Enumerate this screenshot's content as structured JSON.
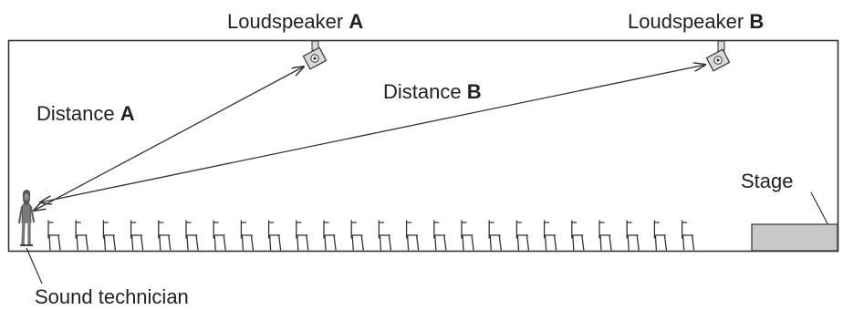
{
  "labels": {
    "speaker_a_prefix": "Loudspeaker ",
    "speaker_a_letter": "A",
    "speaker_b_prefix": "Loudspeaker ",
    "speaker_b_letter": "B",
    "distance_a_prefix": "Distance ",
    "distance_a_letter": "A",
    "distance_b_prefix": "Distance ",
    "distance_b_letter": "B",
    "stage": "Stage",
    "technician": "Sound technician"
  },
  "chairs": {
    "count": 24
  },
  "colors": {
    "outline": "#333333",
    "stage_fill": "#c8c8c8",
    "speaker_fill": "#d9d9d9",
    "figure": "#7a7a7a"
  }
}
